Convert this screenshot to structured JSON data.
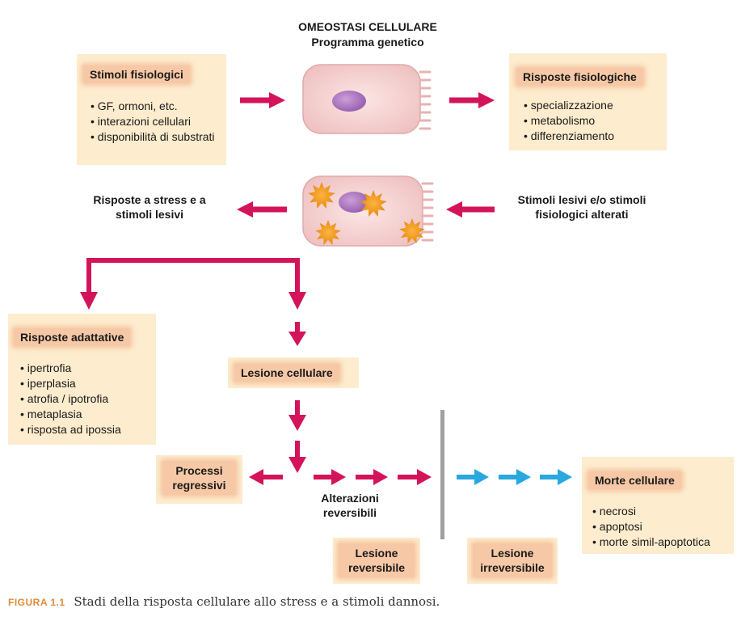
{
  "header": {
    "title": "OMEOSTASI CELLULARE",
    "subtitle": "Programma genetico"
  },
  "stimoli_fisiologici": {
    "title": "Stimoli fisiologici",
    "items": [
      "GF, ormoni, etc.",
      "interazioni cellulari",
      "disponibilità di substrati"
    ]
  },
  "risposte_fisiologiche": {
    "title": "Risposte fisiologiche",
    "items": [
      "specializzazione",
      "metabolismo",
      "differenziamento"
    ]
  },
  "risposte_stress_label": "Risposte a stress e a stimoli lesivi",
  "stimoli_lesivi_label": "Stimoli lesivi e/o stimoli fisiologici alterati",
  "risposte_adattative": {
    "title": "Risposte adattative",
    "items": [
      "ipertrofia",
      "iperplasia",
      "atrofia / ipotrofia",
      "metaplasia",
      "risposta ad ipossia"
    ]
  },
  "lesione_cellulare": "Lesione cellulare",
  "processi_regressivi": "Processi regressivi",
  "alterazioni_reversibili": "Alterazioni reversibili",
  "lesione_reversibile": "Lesione reversibile",
  "lesione_irreversibile": "Lesione irreversibile",
  "morte_cellulare": {
    "title": "Morte cellulare",
    "items": [
      "necrosi",
      "apoptosi",
      "morte simil-apoptotica"
    ]
  },
  "caption": {
    "label": "Figura 1.1",
    "text": "Stadi della risposta cellulare allo stress e a stimoli dannosi."
  },
  "colors": {
    "arrow_red": "#d4145a",
    "arrow_blue": "#29a8e0",
    "box_fill": "#fdeccd",
    "header_fill": "#f6c8a6",
    "cell_fill": "#f6d3d3",
    "nucleus": "#b07cc4",
    "damage_star": "#f29a1d",
    "divider": "#a0a0a0"
  }
}
